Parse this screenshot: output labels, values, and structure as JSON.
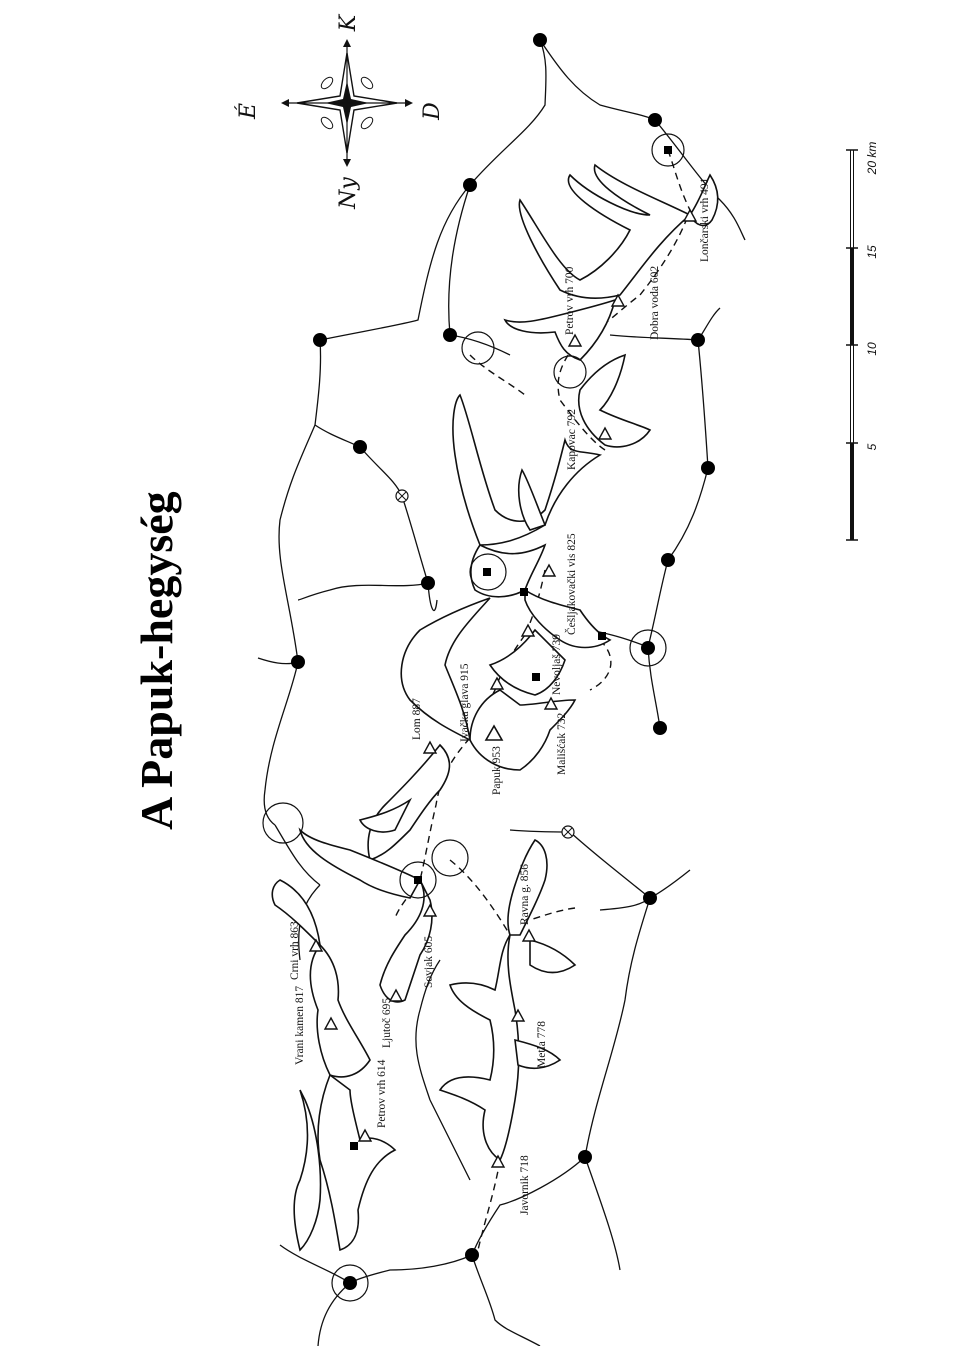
{
  "title": "A Papuk-hegység",
  "peaks": [
    "Lončarski vrh 491",
    "Petrov vrh 700",
    "Dobra voda 602",
    "Kapovac 792",
    "Češljakovački vis 825",
    "Nevoljaš 739",
    "Ivačka glava 915",
    "Lom 887",
    "Papuk 953",
    "Mališćak 732",
    "Crni vrh 863",
    "Vrani kamen 817",
    "Ljutoč 695",
    "Sovjak 605",
    "Ravna g. 856",
    "Petrov vrh 614",
    "Metla 778",
    "Javornik 718"
  ],
  "scale_bar": {
    "unit_label": "20 km",
    "ticks": [
      "5",
      "10",
      "15"
    ]
  },
  "compass": {
    "labels": [
      "É",
      "K",
      "D",
      "Ny"
    ]
  }
}
